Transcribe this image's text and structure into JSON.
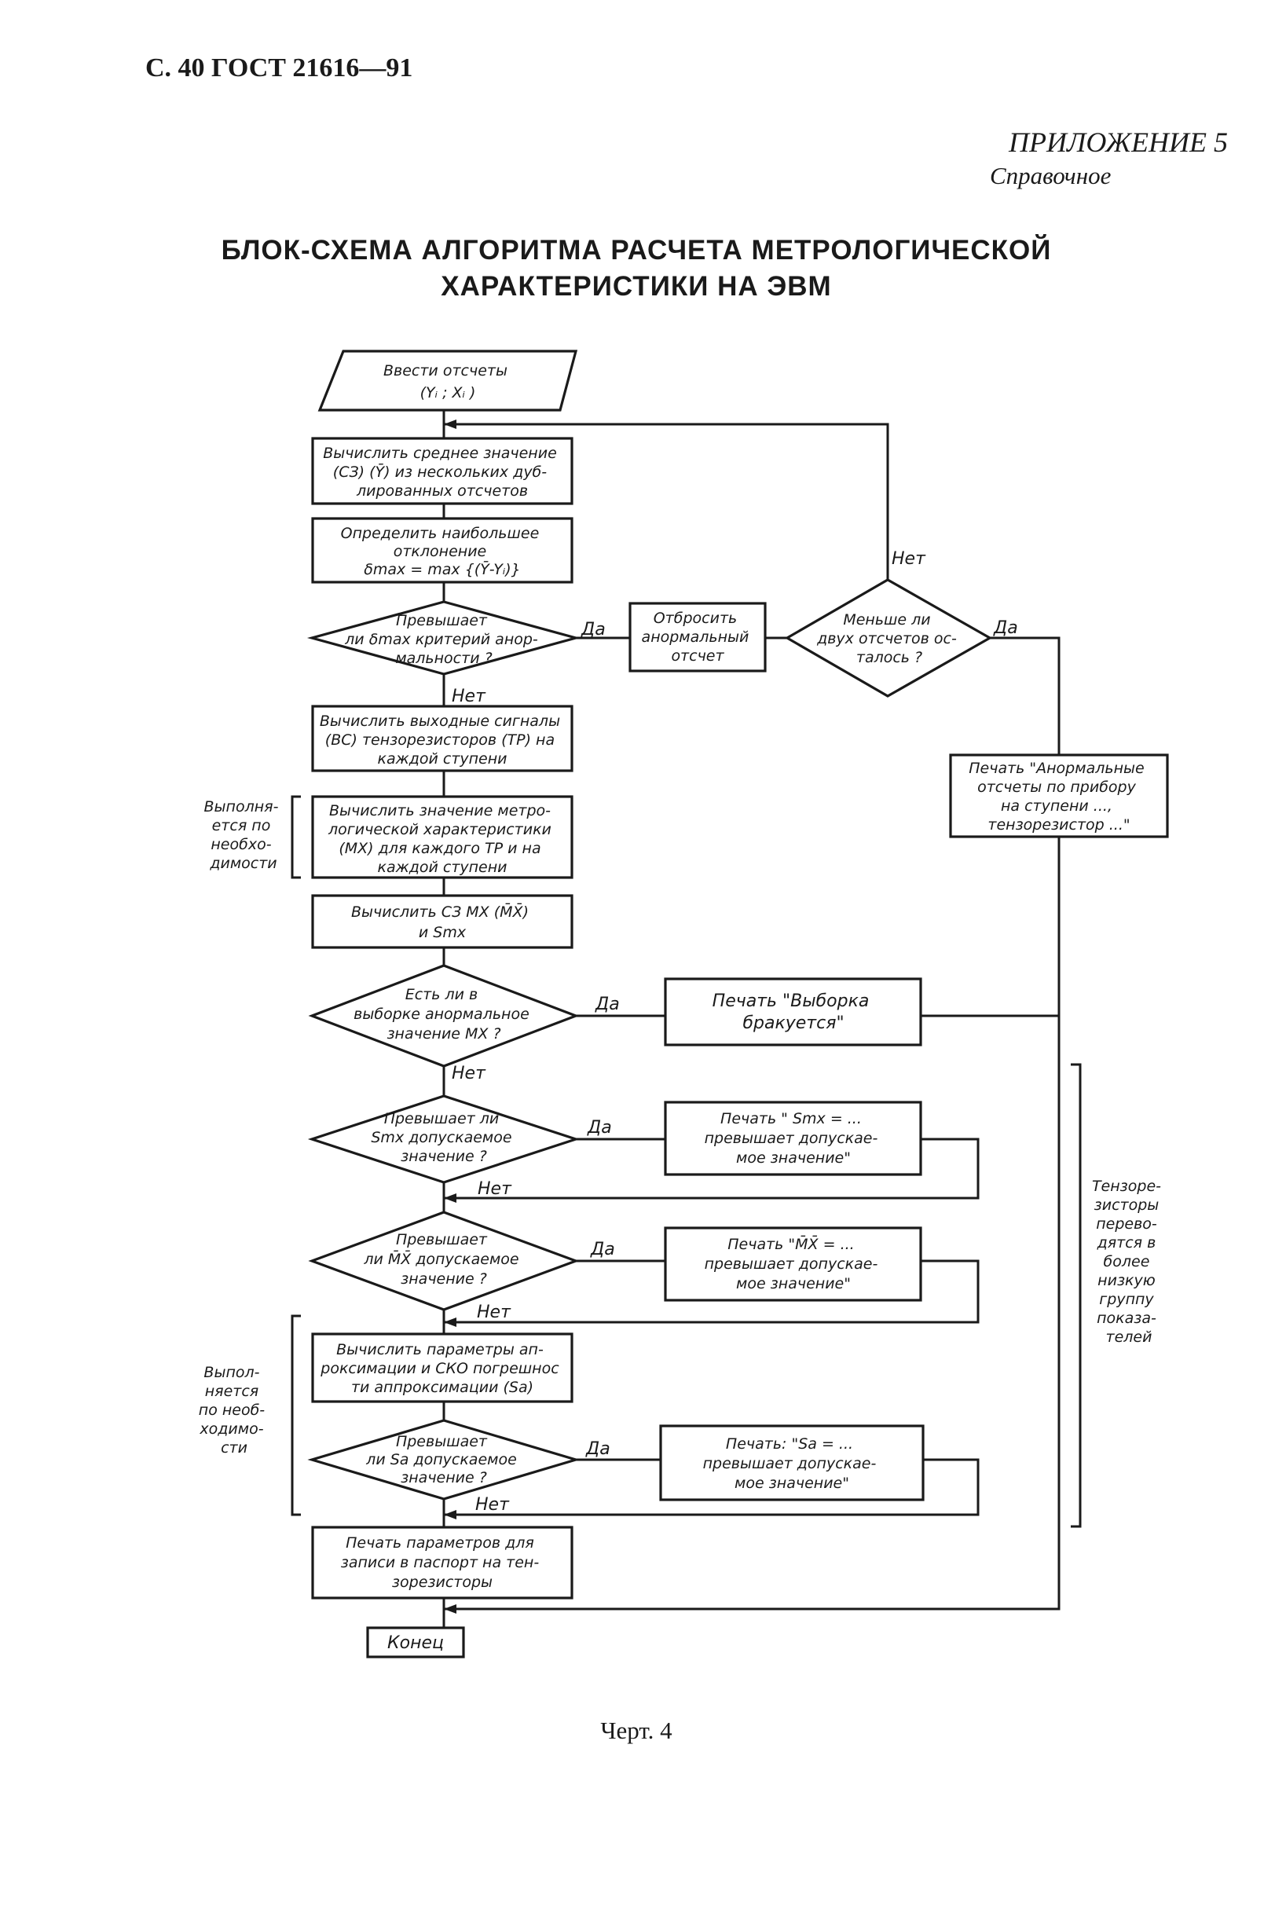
{
  "header": {
    "page_ref": "С. 40 ГОСТ 21616—91"
  },
  "appendix": {
    "title": "ПРИЛОЖЕНИЕ 5",
    "subtitle": "Справочное"
  },
  "title": {
    "line1": "БЛОК-СХЕМА АЛГОРИТМА РАСЧЕТА МЕТРОЛОГИЧЕСКОЙ",
    "line2": "ХАРАКТЕРИСТИКИ НА ЭВМ"
  },
  "flowchart": {
    "input": [
      "Ввести отсчеты",
      "(Yᵢ ; Xᵢ )"
    ],
    "calc_mean": [
      "Вычислить среднее значение",
      "(СЗ) (Ȳ) из нескольких дуб-",
      "лированных отсчетов"
    ],
    "max_dev": [
      "Определить наибольшее",
      "отклонение",
      "δmax = max {(Ȳ-Yᵢ)}"
    ],
    "check_anomaly": [
      "Превышает",
      "ли δmax критерий анор-",
      "мальности ?"
    ],
    "discard": [
      "Отбросить",
      "анормальный",
      "отсчет"
    ],
    "check_count": [
      "Меньше ли",
      "двух отсчетов ос-",
      "талось ?"
    ],
    "print_anomalous": [
      "Печать \"Анормальные",
      "отсчеты по прибору",
      "на ступени ...,",
      "тензорезистор ...\""
    ],
    "calc_outputs": [
      "Вычислить выходные сигналы",
      "(ВС) тензорезисторов (ТР) на",
      "каждой ступени"
    ],
    "calc_mx": [
      "Вычислить значение метро-",
      "логической характеристики",
      "(МХ) для каждого ТР и на",
      "каждой ступени"
    ],
    "calc_mean_mx": [
      "Вычислить СЗ МХ (M̄X̄)",
      "и Smx"
    ],
    "check_sample": [
      "Есть ли в",
      "выборке анормальное",
      "значение МХ ?"
    ],
    "print_reject": [
      "Печать  \"Выборка",
      "бракуется\""
    ],
    "check_smx": [
      "Превышает ли",
      "Smx допускаемое",
      "значение ?"
    ],
    "print_smx": [
      "Печать  \" Smx = ...",
      "превышает допускае-",
      "мое значение\""
    ],
    "check_mx": [
      "Превышает",
      "ли M̄X̄ допускаемое",
      "значение ?"
    ],
    "print_mx": [
      "Печать \"M̄X̄ = ...",
      "превышает допускае-",
      "мое значение\""
    ],
    "calc_approx": [
      "Вычислить параметры ап-",
      "роксимации и СКО погрешнос",
      "ти аппроксимации (Sa)"
    ],
    "check_sa": [
      "Превышает",
      "ли Sa допускаемое",
      "значение ?"
    ],
    "print_sa": [
      "Печать: \"Sa = ...",
      "превышает допускае-",
      "мое значение\""
    ],
    "print_params": [
      "Печать параметров для",
      "записи в паспорт на тен-",
      "зорезисторы"
    ],
    "end": "Конец",
    "yes": "Да",
    "no": "Нет",
    "note_as_needed_1": [
      "Выполня-",
      "ется по",
      "необхо-",
      "димости"
    ],
    "note_as_needed_2": [
      "Выпол-",
      "няется",
      "по необ-",
      "ходимо-",
      "сти"
    ],
    "note_regroup": [
      "Тензоре-",
      "зисторы",
      "перево-",
      "дятся в",
      "более",
      "низкую",
      "группу",
      "показа-",
      "телей"
    ]
  },
  "caption": "Черт. 4"
}
